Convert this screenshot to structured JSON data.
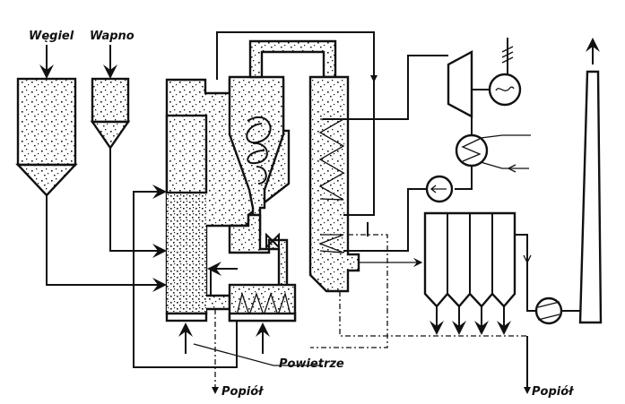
{
  "diagram": {
    "labels": {
      "coal": "Węgiel",
      "lime": "Wapno",
      "air": "Powietrze",
      "ash_left": "Popiół",
      "ash_right": "Popiół"
    },
    "colors": {
      "ink": "#111111",
      "paper": "#ffffff"
    }
  }
}
